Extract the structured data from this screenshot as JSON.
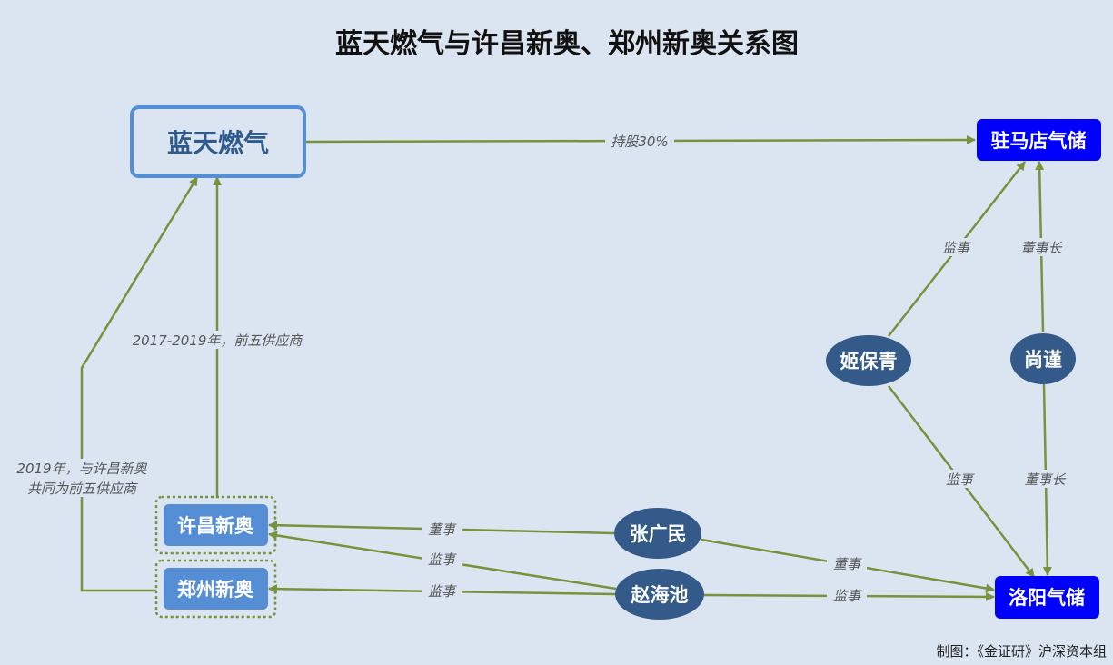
{
  "title": "蓝天燃气与许昌新奥、郑州新奥关系图",
  "credit": "制图：《金证研》沪深资本组",
  "colors": {
    "background": "#dbe5f1",
    "edge": "#76923c",
    "company_primary": "#ffffff",
    "company_primary_border": "#558ed5",
    "company_primary_text": "#2f5a8f",
    "company": "#558ed5",
    "company_dotted_border": "#76923c",
    "subsidiary": "#0000ff",
    "person": "#345a8a"
  },
  "nodes": {
    "lantian": "蓝天燃气",
    "zhumadian": "驻马店气储",
    "luoyang": "洛阳气储",
    "xuchang": "许昌新奥",
    "zhengzhou": "郑州新奥",
    "jibaoqing": "姬保青",
    "shangjin": "尚谨",
    "zhangguangmin": "张广民",
    "zhaohaichi": "赵海池"
  },
  "edges": {
    "lantian_zhumadian": "持股30%",
    "xuchang_lantian": "2017-2019年，前五供应商",
    "zhengzhou_lantian_line1": "2019年，与许昌新奥",
    "zhengzhou_lantian_line2": "共同为前五供应商",
    "jibaoqing_zhumadian": "监事",
    "jibaoqing_luoyang": "监事",
    "shangjin_zhumadian": "董事长",
    "shangjin_luoyang": "董事长",
    "zhangguangmin_xuchang": "董事",
    "zhangguangmin_luoyang": "董事",
    "zhaohaichi_xuchang": "监事",
    "zhaohaichi_zhengzhou": "监事",
    "zhaohaichi_luoyang": "监事"
  }
}
